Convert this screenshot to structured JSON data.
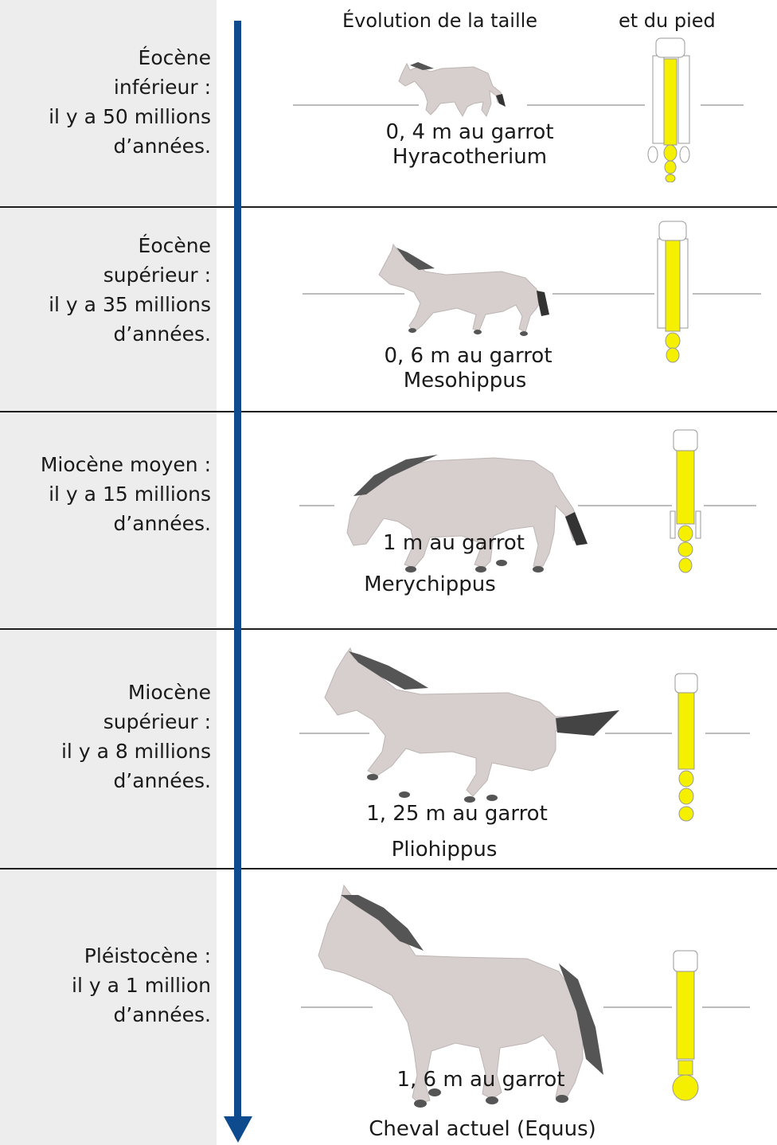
{
  "header": {
    "size_title": "Évolution de la taille",
    "foot_title": "et du pied"
  },
  "periods": [
    {
      "era_lines": [
        "Éocène",
        "inférieur :",
        "il y a 50 millions",
        "d’années."
      ],
      "height": "0, 4 m au garrot",
      "species": "Hyracotherium",
      "foot": "four-toed-foot-icon"
    },
    {
      "era_lines": [
        "Éocène",
        "supérieur :",
        "il y a 35 millions",
        "d’années."
      ],
      "height": "0, 6 m au garrot",
      "species": "Mesohippus",
      "foot": "three-toed-foot-icon"
    },
    {
      "era_lines": [
        "Miocène moyen :",
        "il y a 15 millions",
        "d’années."
      ],
      "height": "1 m au garrot",
      "species": "Merychippus",
      "foot": "three-toed-foot-icon"
    },
    {
      "era_lines": [
        "Miocène",
        "supérieur :",
        "il y a 8 millions",
        "d’années."
      ],
      "height": "1, 25 m au garrot",
      "species": "Pliohippus",
      "foot": "single-toed-foot-icon"
    },
    {
      "era_lines": [
        "Pléistocène :",
        "il y a 1 million",
        "d’années."
      ],
      "height": "1, 6 m au garrot",
      "species": "Cheval actuel (Equus)",
      "foot": "single-toed-foot-icon"
    }
  ],
  "colors": {
    "timeline": "#0d4a8e",
    "horse_body": "#d6cfcd",
    "horse_mane": "#555555",
    "foot_bone": "#f5f000",
    "left_panel": "#ededed"
  }
}
